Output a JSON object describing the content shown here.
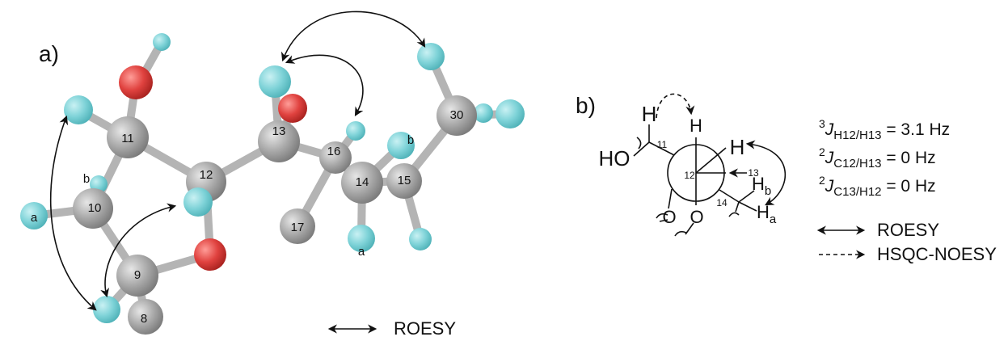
{
  "panels": {
    "a": {
      "label": "a)",
      "legend_roesy": "ROESY",
      "atom_labels": {
        "c11": "11",
        "c12": "12",
        "c13": "13",
        "c16": "16",
        "c14": "14",
        "c15": "15",
        "c30": "30",
        "c10": "10",
        "c9": "9",
        "c8": "8",
        "c17": "17",
        "h10a": "a",
        "h10b": "b",
        "h14a": "a",
        "h15b": "b"
      }
    },
    "b": {
      "label": "b)",
      "newman": {
        "h_front": "H",
        "h_center": "H",
        "h_right": "H",
        "ho": "HO",
        "o_left": "O",
        "o_bottom": "O",
        "hb": "H",
        "hb_sub": "b",
        "ha": "H",
        "ha_sub": "a",
        "n11": "11",
        "n12": "12",
        "n13": "13",
        "n14": "14"
      },
      "couplings": [
        {
          "sup": "3",
          "J": "J",
          "sub": "H12/H13",
          "value": " = 3.1 Hz"
        },
        {
          "sup": "2",
          "J": "J",
          "sub": "C12/H13",
          "value": " = 0 Hz"
        },
        {
          "sup": "2",
          "J": "J",
          "sub": "C13/H12",
          "value": " = 0 Hz"
        }
      ],
      "legend": [
        {
          "style": "solid",
          "label": "ROESY"
        },
        {
          "style": "dashed",
          "label": "HSQC-NOESY"
        }
      ]
    }
  },
  "colors": {
    "carbon": "#a9a9a9",
    "hydrogen": "#7fd3d8",
    "oxygen": "#e0423f",
    "bond": "#b4b4b4",
    "arrow": "#111111"
  }
}
